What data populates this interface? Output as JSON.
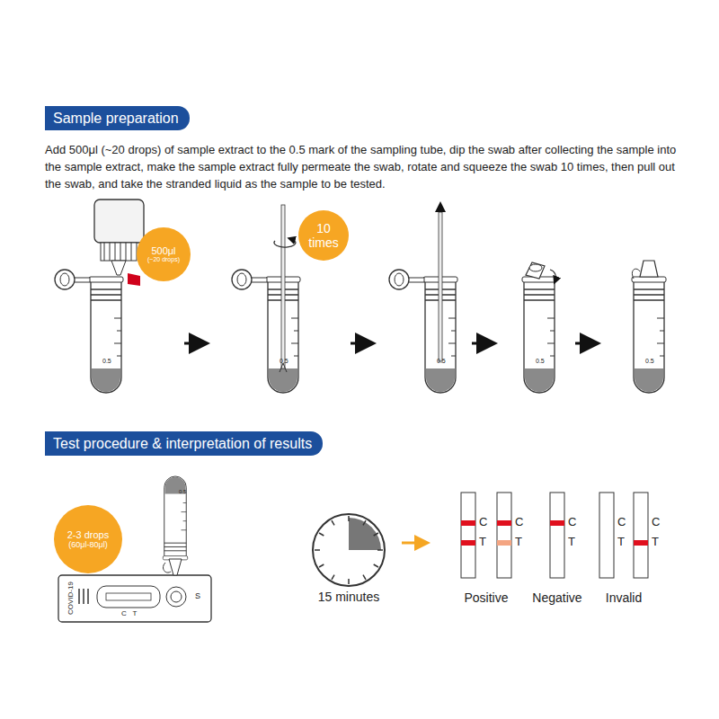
{
  "diagram": {
    "nodes": [
      {
        "text": [
          "Sample preparation"
        ]
      },
      {
        "text": [
          "500μl",
          "(~20 drops)"
        ]
      },
      {
        "text": [
          "10 times"
        ]
      },
      {
        "text": [
          "Test procedure & interpretation of results"
        ]
      },
      {
        "text": [
          "2-3 drops",
          "(60μl-80μl)"
        ]
      }
    ],
    "labels": [
      "Add 500μl (~20 drops) of sample extract to the 0.5 mark of the sampling tube, dip the swab after collecting the sample into the sample extract, make the sample extract fully permeate the swab, rotate and squeeze the swab 10 times, then pull out the swab, and take the stranded liquid as the sample to be tested.",
      "0.5",
      "0.5",
      "0.5",
      "0.5",
      "0.5",
      "0.5",
      "COVID-19",
      "C",
      "T",
      "S",
      "15 minutes",
      "C",
      "T",
      "C",
      "T",
      "C",
      "T",
      "C",
      "T",
      "C",
      "T",
      "Positive",
      "Negative",
      "Invalid"
    ]
  }
}
